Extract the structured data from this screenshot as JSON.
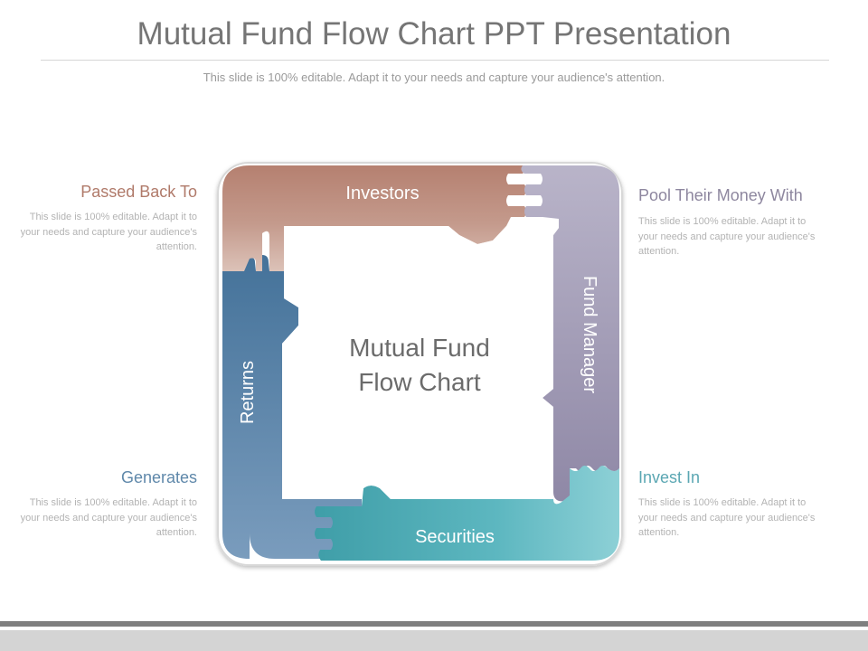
{
  "slide": {
    "title": "Mutual Fund Flow Chart PPT Presentation",
    "subtitle": "This slide is 100% editable. Adapt it to your needs and capture your audience's attention."
  },
  "diagram": {
    "center_line1": "Mutual Fund",
    "center_line2": "Flow Chart",
    "arms": [
      {
        "label": "Investors",
        "color": "#b07a6a"
      },
      {
        "label": "Fund Manager",
        "color": "#9a93b0"
      },
      {
        "label": "Securities",
        "color": "#55b3bb"
      },
      {
        "label": "Returns",
        "color": "#4e7da3"
      }
    ]
  },
  "callouts": {
    "top_left": {
      "heading": "Passed Back To",
      "body": "This slide is 100% editable. Adapt it to your needs and capture your audience's attention.",
      "color": "#b07a6a"
    },
    "top_right": {
      "heading": "Pool Their Money With",
      "body": "This slide is 100% editable. Adapt it to your needs and capture your audience's attention.",
      "color": "#8e879f"
    },
    "bottom_left": {
      "heading": "Generates",
      "body": "This slide is 100% editable. Adapt it to your needs and capture your audience's attention.",
      "color": "#5f88aa"
    },
    "bottom_right": {
      "heading": "Invest In",
      "body": "This slide is 100% editable. Adapt it to your needs and capture your audience's attention.",
      "color": "#5ba7b3"
    }
  }
}
